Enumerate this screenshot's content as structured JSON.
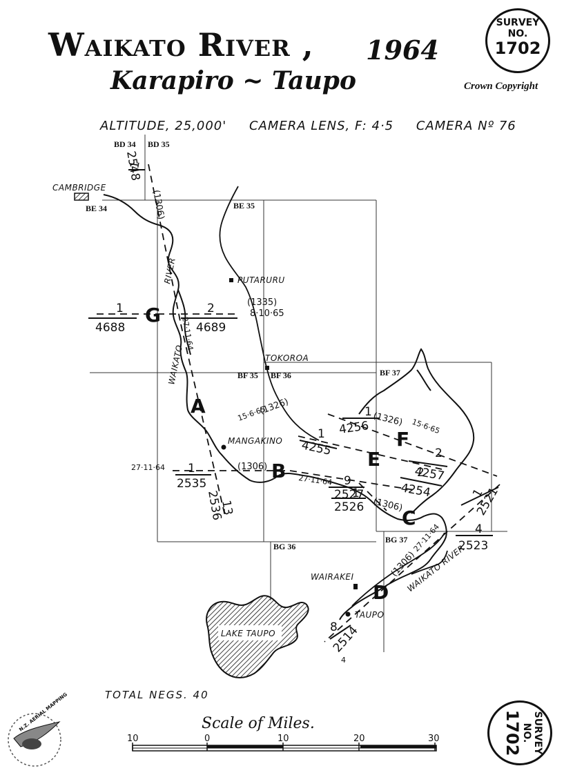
{
  "header": {
    "title": "Waikato River ,",
    "year": "1964",
    "subtitle": "Karapiro ~ Taupo",
    "copyright": "Crown Copyright"
  },
  "stamp_top": {
    "line1": "SURVEY",
    "line2": "NO.",
    "line3": "1702"
  },
  "stamp_bottom": {
    "line1": "SURVEY",
    "line2": "NO.",
    "line3": "1702"
  },
  "specs": {
    "altitude": "ALTITUDE, 25,000'",
    "lens": "CAMERA LENS, F: 4·5",
    "camera": "CAMERA Nº 76"
  },
  "sheets": {
    "bd34": "BD 34",
    "bd35": "BD 35",
    "be34": "BE 34",
    "be35": "BE 35",
    "bf35": "BF 35",
    "bf36": "BF 36",
    "bf37": "BF 37",
    "bg36": "BG 36",
    "bg37": "BG 37"
  },
  "places": {
    "cambridge": "CAMBRIDGE",
    "putaruru": "PUTARURU",
    "tokoroa": "TOKOROA",
    "mangakino": "MANGAKINO",
    "wairakei": "WAIRAKEI",
    "taupo": "TAUPO",
    "lake_taupo": "LAKE TAUPO",
    "waikato": "WAIKATO",
    "river": "RIVER",
    "waikato_river": "WAIKATO RIVER"
  },
  "runs": {
    "A": "A",
    "B": "B",
    "C": "C",
    "D": "D",
    "E": "E",
    "F": "F",
    "G": "G"
  },
  "labels": {
    "n1_top": "1",
    "n2548": "2548",
    "r1306_top": "(1306)",
    "g_left_n": "1",
    "g_left_d": "4688",
    "g_right_n": "2",
    "g_right_d": "4689",
    "g_date": "27·11·64",
    "r1335": "(1335)",
    "d8_10_65": "8·10·65",
    "r1326_a": "(1326)",
    "d15_6_65_a": "15·6·65",
    "e1": "1",
    "e4255": "4255",
    "f1": "1",
    "r1326_b": "(1326)",
    "f4256": "4256",
    "d15_6_65_b": "15·6·65",
    "f2": "2",
    "f4257": "4257",
    "d27_11_64_left": "27·11·64",
    "b1": "1",
    "b2535": "2535",
    "r1306_b": "(1306)",
    "b_date": "27·11·64",
    "b13": "13",
    "b2536": "2536",
    "e9": "9",
    "e2527": "2527",
    "e2": "2",
    "e4254": "4254",
    "c1": "1",
    "c2526": "2526",
    "r1306_c": "(1306)",
    "d1": "1",
    "d2521": "2521",
    "d4": "4",
    "d2523": "2523",
    "r1306_d": "(1306)",
    "d_date": "27·11·64",
    "d8": "8",
    "d2514": "2514",
    "d_small": "4"
  },
  "footer": {
    "total_negs": "TOTAL  NEGS.   40",
    "scale_title": "Scale of Miles.",
    "scale_ticks": [
      "10",
      "0",
      "10",
      "20",
      "30"
    ]
  },
  "logo": {
    "text": "N.Z. AERIAL MAPPING"
  }
}
